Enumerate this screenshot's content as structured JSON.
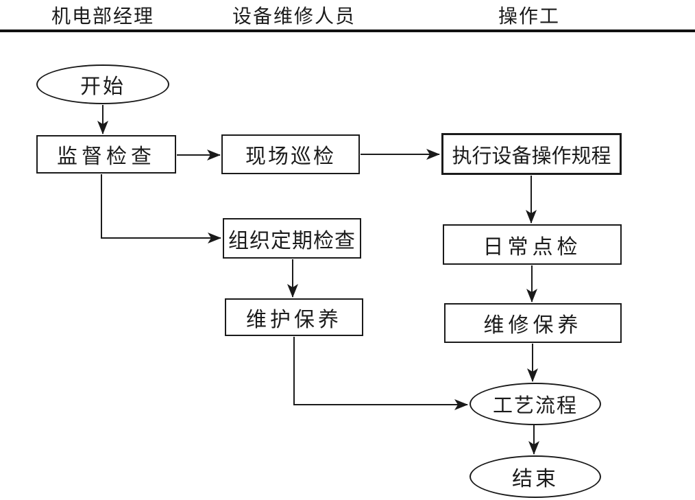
{
  "diagram": {
    "type": "flowchart",
    "lanes": [
      {
        "label": "机电部经理"
      },
      {
        "label": "设备维修人员"
      },
      {
        "label": "操作工"
      }
    ],
    "nodes": {
      "start": {
        "label": "开始",
        "shape": "ellipse",
        "lane": "机电部经理"
      },
      "supervise": {
        "label": "监督检查",
        "shape": "rect",
        "lane": "机电部经理"
      },
      "patrol": {
        "label": "现场巡检",
        "shape": "rect",
        "lane": "设备维修人员"
      },
      "execute": {
        "label": "执行设备操作规程",
        "shape": "rect",
        "lane": "操作工"
      },
      "periodic": {
        "label": "组织定期检查",
        "shape": "rect",
        "lane": "设备维修人员"
      },
      "upkeep": {
        "label": "维护保养",
        "shape": "rect",
        "lane": "设备维修人员"
      },
      "daily": {
        "label": "日常点检",
        "shape": "rect",
        "lane": "操作工"
      },
      "repair": {
        "label": "维修保养",
        "shape": "rect",
        "lane": "操作工"
      },
      "process": {
        "label": "工艺流程",
        "shape": "ellipse",
        "lane": "操作工"
      },
      "end": {
        "label": "结束",
        "shape": "ellipse",
        "lane": "操作工"
      }
    },
    "edges": [
      {
        "from": "开始",
        "to": "监督检查"
      },
      {
        "from": "监督检查",
        "to": "现场巡检"
      },
      {
        "from": "现场巡检",
        "to": "执行设备操作规程"
      },
      {
        "from": "监督检查",
        "to": "组织定期检查"
      },
      {
        "from": "组织定期检查",
        "to": "维护保养"
      },
      {
        "from": "执行设备操作规程",
        "to": "日常点检"
      },
      {
        "from": "日常点检",
        "to": "维修保养"
      },
      {
        "from": "维修保养",
        "to": "工艺流程"
      },
      {
        "from": "维护保养",
        "to": "工艺流程"
      },
      {
        "from": "工艺流程",
        "to": "结束"
      }
    ],
    "colors": {
      "background": "#ffffff",
      "stroke": "#1a1a1a",
      "text": "#1b1b1b"
    }
  }
}
